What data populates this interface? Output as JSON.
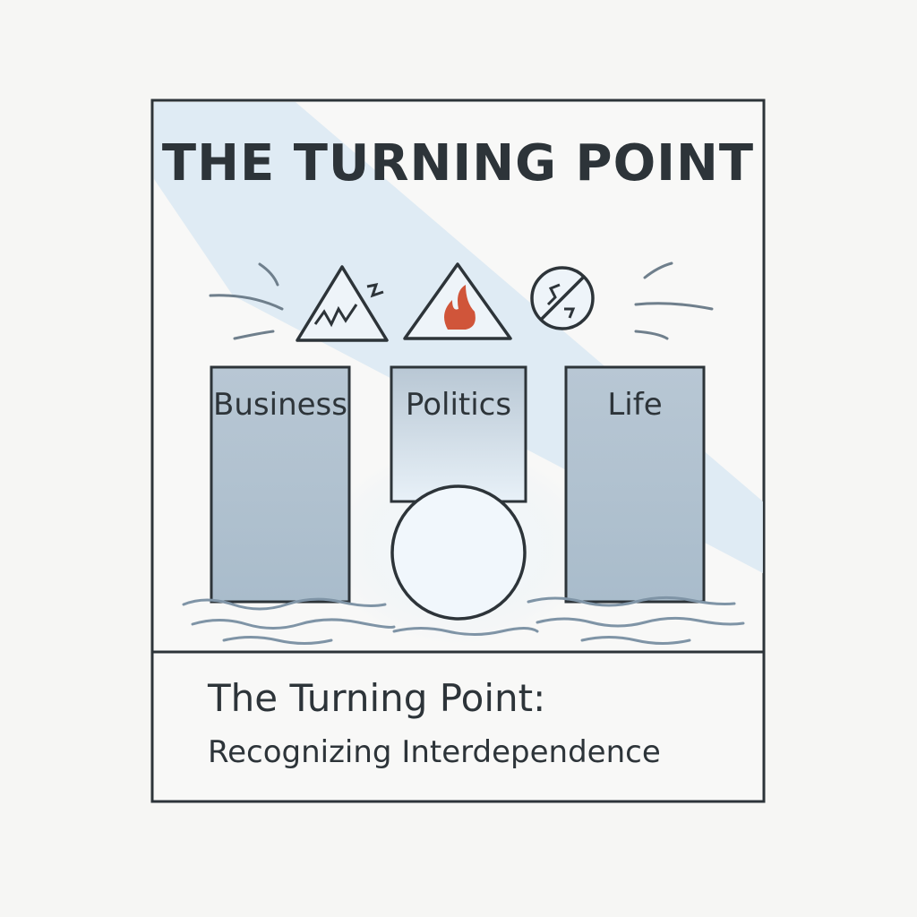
{
  "title": "THE TURNING POINT",
  "pillars": [
    {
      "label": "Business",
      "icon": "warning-crack-icon"
    },
    {
      "label": "Politics",
      "icon": "warning-fire-icon"
    },
    {
      "label": "Life",
      "icon": "prohibited-icon"
    }
  ],
  "caption": {
    "line1": "The Turning Point:",
    "line2": "Recognizing Interdependence"
  },
  "colors": {
    "ink": "#2d3439",
    "light": "#d6e6f2",
    "pillar": "#b4c4d2",
    "fire": "#d0553a"
  }
}
